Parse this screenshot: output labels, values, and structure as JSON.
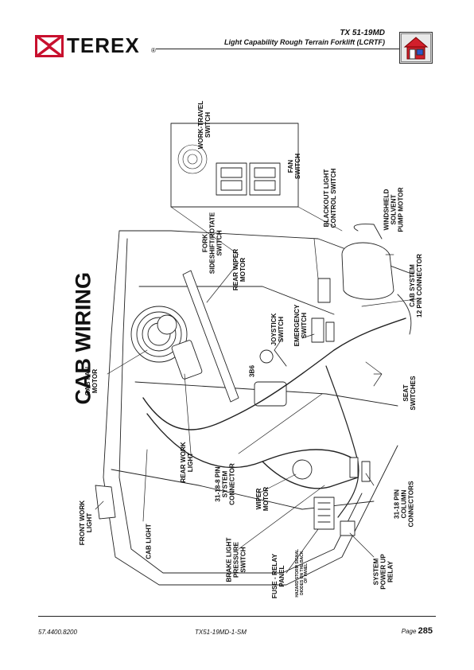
{
  "header": {
    "model": "TX 51-19MD",
    "subtitle": "Light Capability Rough Terrain Forklift (LCRTF)",
    "brand": "TEREX",
    "registered": "®"
  },
  "page_title": "CAB WIRING",
  "labels": {
    "work_travel": "WORK-TRAVEL\nSWITCH",
    "fan_switch": "FAN\nSWITCH",
    "fork_sideshift": "FORK\nSIDESHIFT/ROTATE\nSWITCH",
    "blackout": "BLACKOUT LIGHT\nCONTROL SWITCH",
    "windshield": "WINDSHIELD\nSOLVENT\nPUMP MOTOR",
    "rear_wiper": "REAR WIPER\nMOTOR",
    "cab_system": "CAB SYSTEM\n12 PIN CONNECTOR",
    "joystick": "JOYSTICK\nSWITCH",
    "emergency": "EMERGENCY\nSWITCH",
    "cab_fan": "CAB FAN\nMOTOR",
    "code_3b6": "3B6",
    "seat_switches": "SEAT\nSWITCHES",
    "rear_work": "REAR WORK\nLIGHT",
    "pin8": "31-18-8 PIN\nSYSTEM\nCONNECTOR",
    "wiper_motor": "WIPER\nMOTOR",
    "column": "31-18 PIN\nCOLUMN\nCONNECTORS",
    "front_work": "FRONT WORK\nLIGHT",
    "cab_light": "CAB LIGHT",
    "brake_light": "BRAKE LIGHT\nPRESSURE\nSWITCH",
    "fuse_relay": "FUSE - RELAY\nPANEL",
    "hazard_note": "HAZARD STORM SIGNAL\nDIODES ON THE BACK\nOF PANEL",
    "system_power": "SYSTEM\nPOWER UP\nRELAY"
  },
  "footer": {
    "doc_number": "57.4400.8200",
    "manual": "TX51-19MD-1-SM",
    "page_label": "Page",
    "page_number": "285"
  }
}
